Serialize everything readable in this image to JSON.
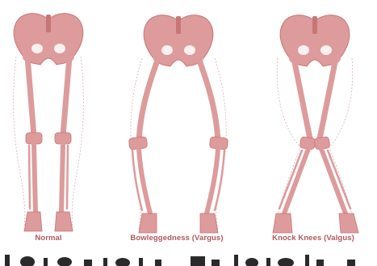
{
  "panels": [
    {
      "caption": "Normal"
    },
    {
      "caption": "Bowleggedness (Vargus)"
    },
    {
      "caption": "Knock Knees (Valgus)"
    }
  ],
  "colors": {
    "bone": "#dd9b9b",
    "bone_dark": "#c77676",
    "outline": "#d6b0b0",
    "caption": "#b0585e",
    "cut_text": "#2a2a2a"
  }
}
